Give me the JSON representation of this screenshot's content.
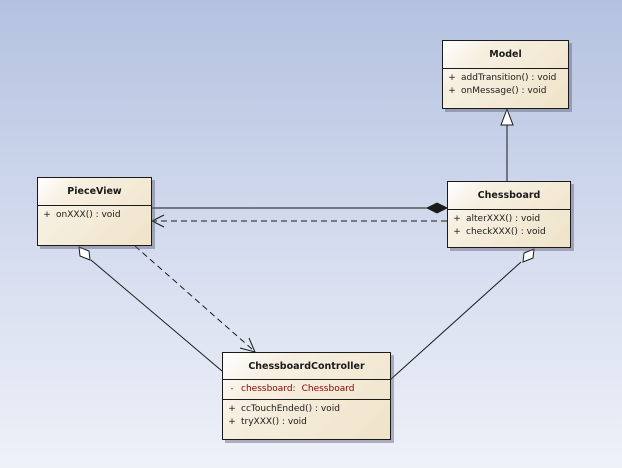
{
  "classes": {
    "model": {
      "name": "Model",
      "operations": [
        {
          "vis": "+",
          "sig": "addTransition() : void"
        },
        {
          "vis": "+",
          "sig": "onMessage() : void"
        }
      ]
    },
    "pieceview": {
      "name": "PieceView",
      "operations": [
        {
          "vis": "+",
          "sig": "onXXX() : void"
        }
      ]
    },
    "chessboard": {
      "name": "Chessboard",
      "operations": [
        {
          "vis": "+",
          "sig": "alterXXX() : void"
        },
        {
          "vis": "+",
          "sig": "checkXXX() : void"
        }
      ]
    },
    "controller": {
      "name": "ChessboardController",
      "attributes": [
        {
          "vis": "-",
          "name": "chessboard:",
          "type": "Chessboard"
        }
      ],
      "operations": [
        {
          "vis": "+",
          "sig": "ccTouchEnded() : void"
        },
        {
          "vis": "+",
          "sig": "tryXXX() : void"
        }
      ]
    }
  },
  "relations": [
    {
      "type": "generalization",
      "from": "chessboard",
      "to": "model"
    },
    {
      "type": "composition",
      "from": "pieceview",
      "to": "chessboard"
    },
    {
      "type": "dependency",
      "from": "chessboard",
      "to": "pieceview"
    },
    {
      "type": "dependency",
      "from": "pieceview",
      "to": "controller"
    },
    {
      "type": "aggregation",
      "from": "controller",
      "to": "pieceview"
    },
    {
      "type": "aggregation",
      "from": "controller",
      "to": "chessboard"
    }
  ]
}
